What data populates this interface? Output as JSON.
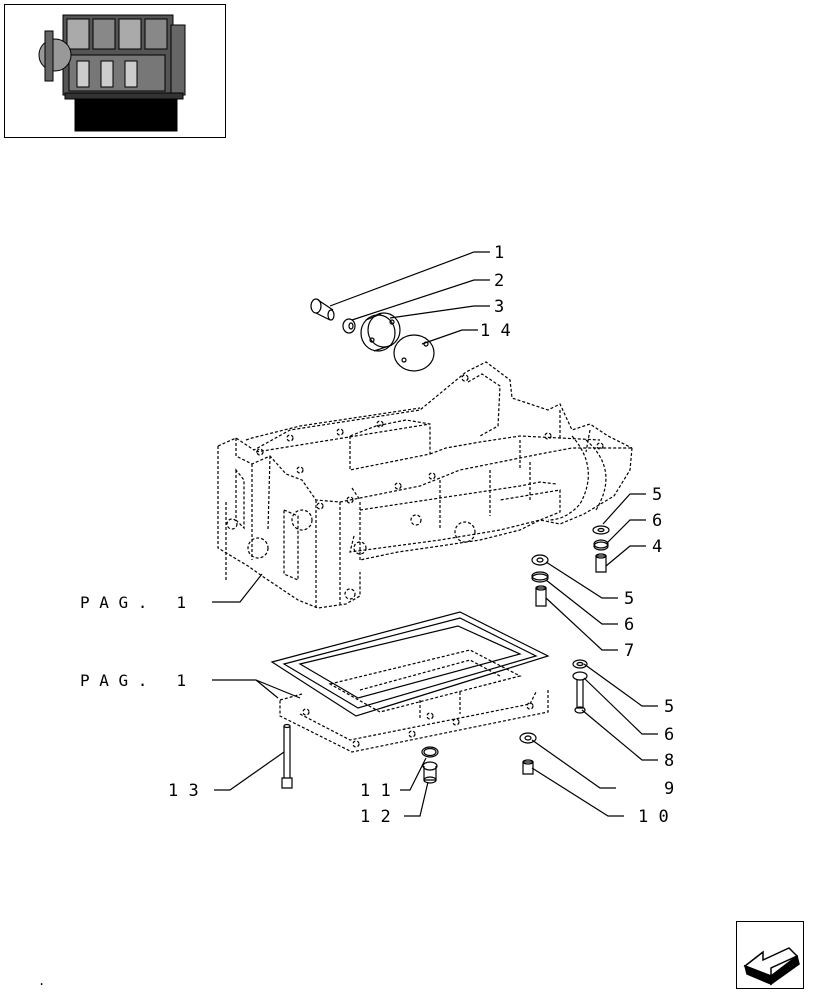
{
  "thumbnail": {
    "icon": "engine-thumbnail-icon"
  },
  "callouts": {
    "c1": "1",
    "c2": "2",
    "c3": "3",
    "c14": "1 4",
    "c5a": "5",
    "c6a": "6",
    "c4": "4",
    "c5b": "5",
    "c6b": "6",
    "c7": "7",
    "c5c": "5",
    "c6c": "6",
    "c8": "8",
    "c9": "9",
    "c10": "1 0",
    "c11": "1 1",
    "c12": "1 2",
    "c13": "1 3"
  },
  "references": {
    "pag_upper": "P A G .   1",
    "pag_lower": "P A G .   1"
  },
  "footer": {
    "dot": "."
  },
  "nav": {
    "icon": "next-page-arrow-icon"
  }
}
